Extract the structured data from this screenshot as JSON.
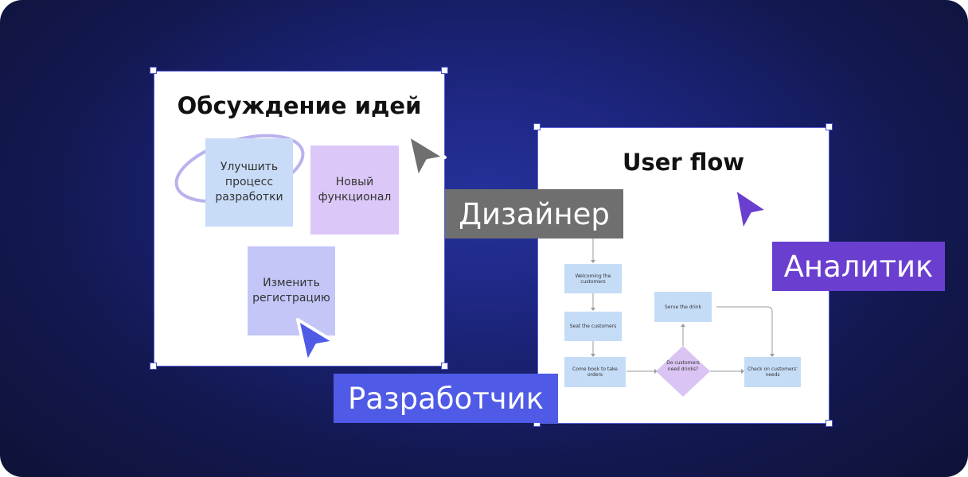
{
  "colors": {
    "frame_border": "#5b62d8",
    "sticky_blue": "#c8dcf8",
    "sticky_purple": "#dcc8f8",
    "sticky_indigo": "#c4c6f8",
    "designer_label_bg": "#6f6f6f",
    "analyst_label_bg": "#6a3fd0",
    "developer_label_bg": "#4f5ae6",
    "flow_box": "#c5dcf7",
    "flow_diamond": "#d9c4f3"
  },
  "brainstorm": {
    "title": "Обсуждение идей",
    "stickies": [
      {
        "text": "Улучшить процесс разработки"
      },
      {
        "text": "Новый функционал"
      },
      {
        "text": "Изменить регистрацию"
      }
    ]
  },
  "userflow": {
    "title": "User flow",
    "steps": [
      {
        "text": "Welcoming the customers"
      },
      {
        "text": "Seat the customers"
      },
      {
        "text": "Come book to take orders"
      },
      {
        "text": "Serve the drink"
      },
      {
        "text": "Check on customers' needs"
      }
    ],
    "decision": "Do customers need drinks?"
  },
  "labels": {
    "designer": "Дизайнер",
    "analyst": "Аналитик",
    "developer": "Разработчик"
  },
  "icons": {
    "designer_cursor": "cursor-arrow-icon",
    "analyst_cursor": "cursor-arrow-icon",
    "developer_cursor": "cursor-arrow-icon"
  }
}
